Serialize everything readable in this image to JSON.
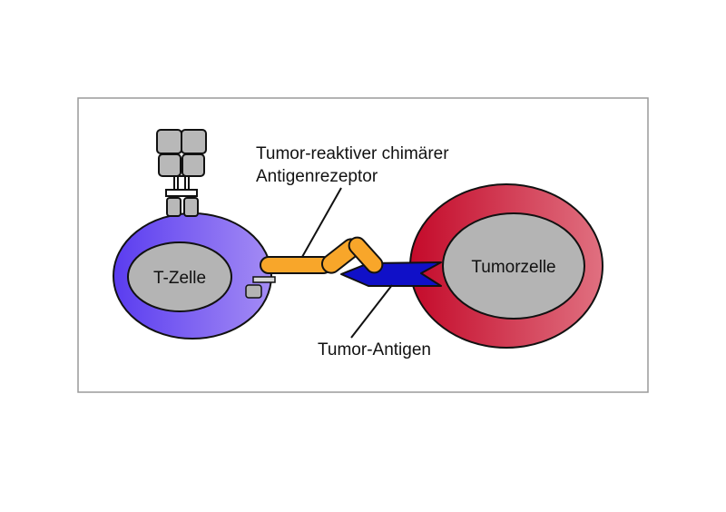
{
  "labels": {
    "t_cell": "T-Zelle",
    "tumor_cell": "Tumorzelle",
    "car_line1": "Tumor-reaktiver chimärer",
    "car_line2": "Antigenrezeptor",
    "antigen": "Tumor-Antigen"
  },
  "colors": {
    "t_cell_membrane_start": "#5a3cf0",
    "t_cell_membrane_end": "#a48cf4",
    "tumor_membrane_start": "#c40a2a",
    "tumor_membrane_end": "#e07080",
    "nucleus": "#b4b4b4",
    "receptor": "#f8a62a",
    "antigen": "#1010c8",
    "tcr_protein": "#b8b8b8",
    "frame": "#9a9a9a"
  },
  "icons": {
    "tcr": "t-cell-receptor-icon",
    "car": "chimeric-antigen-receptor-icon",
    "antigen": "tumor-antigen-icon"
  }
}
